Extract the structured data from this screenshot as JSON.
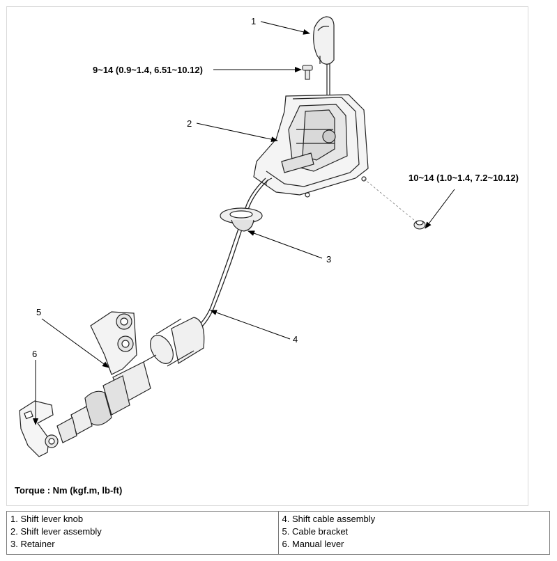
{
  "callouts": {
    "n1": "1",
    "n2": "2",
    "n3": "3",
    "n4": "4",
    "n5": "5",
    "n6": "6",
    "torque_bolt": "9~14 (0.9~1.4, 6.51~10.12)",
    "torque_nut": "10~14 (1.0~1.4, 7.2~10.12)"
  },
  "torque_note": "Torque : Nm (kgf.m, lb-ft)",
  "legend": {
    "left": [
      "1. Shift lever knob",
      "2. Shift lever assembly",
      "3. Retainer"
    ],
    "right": [
      "4. Shift cable assembly",
      "5. Cable bracket",
      "6. Manual lever"
    ]
  }
}
